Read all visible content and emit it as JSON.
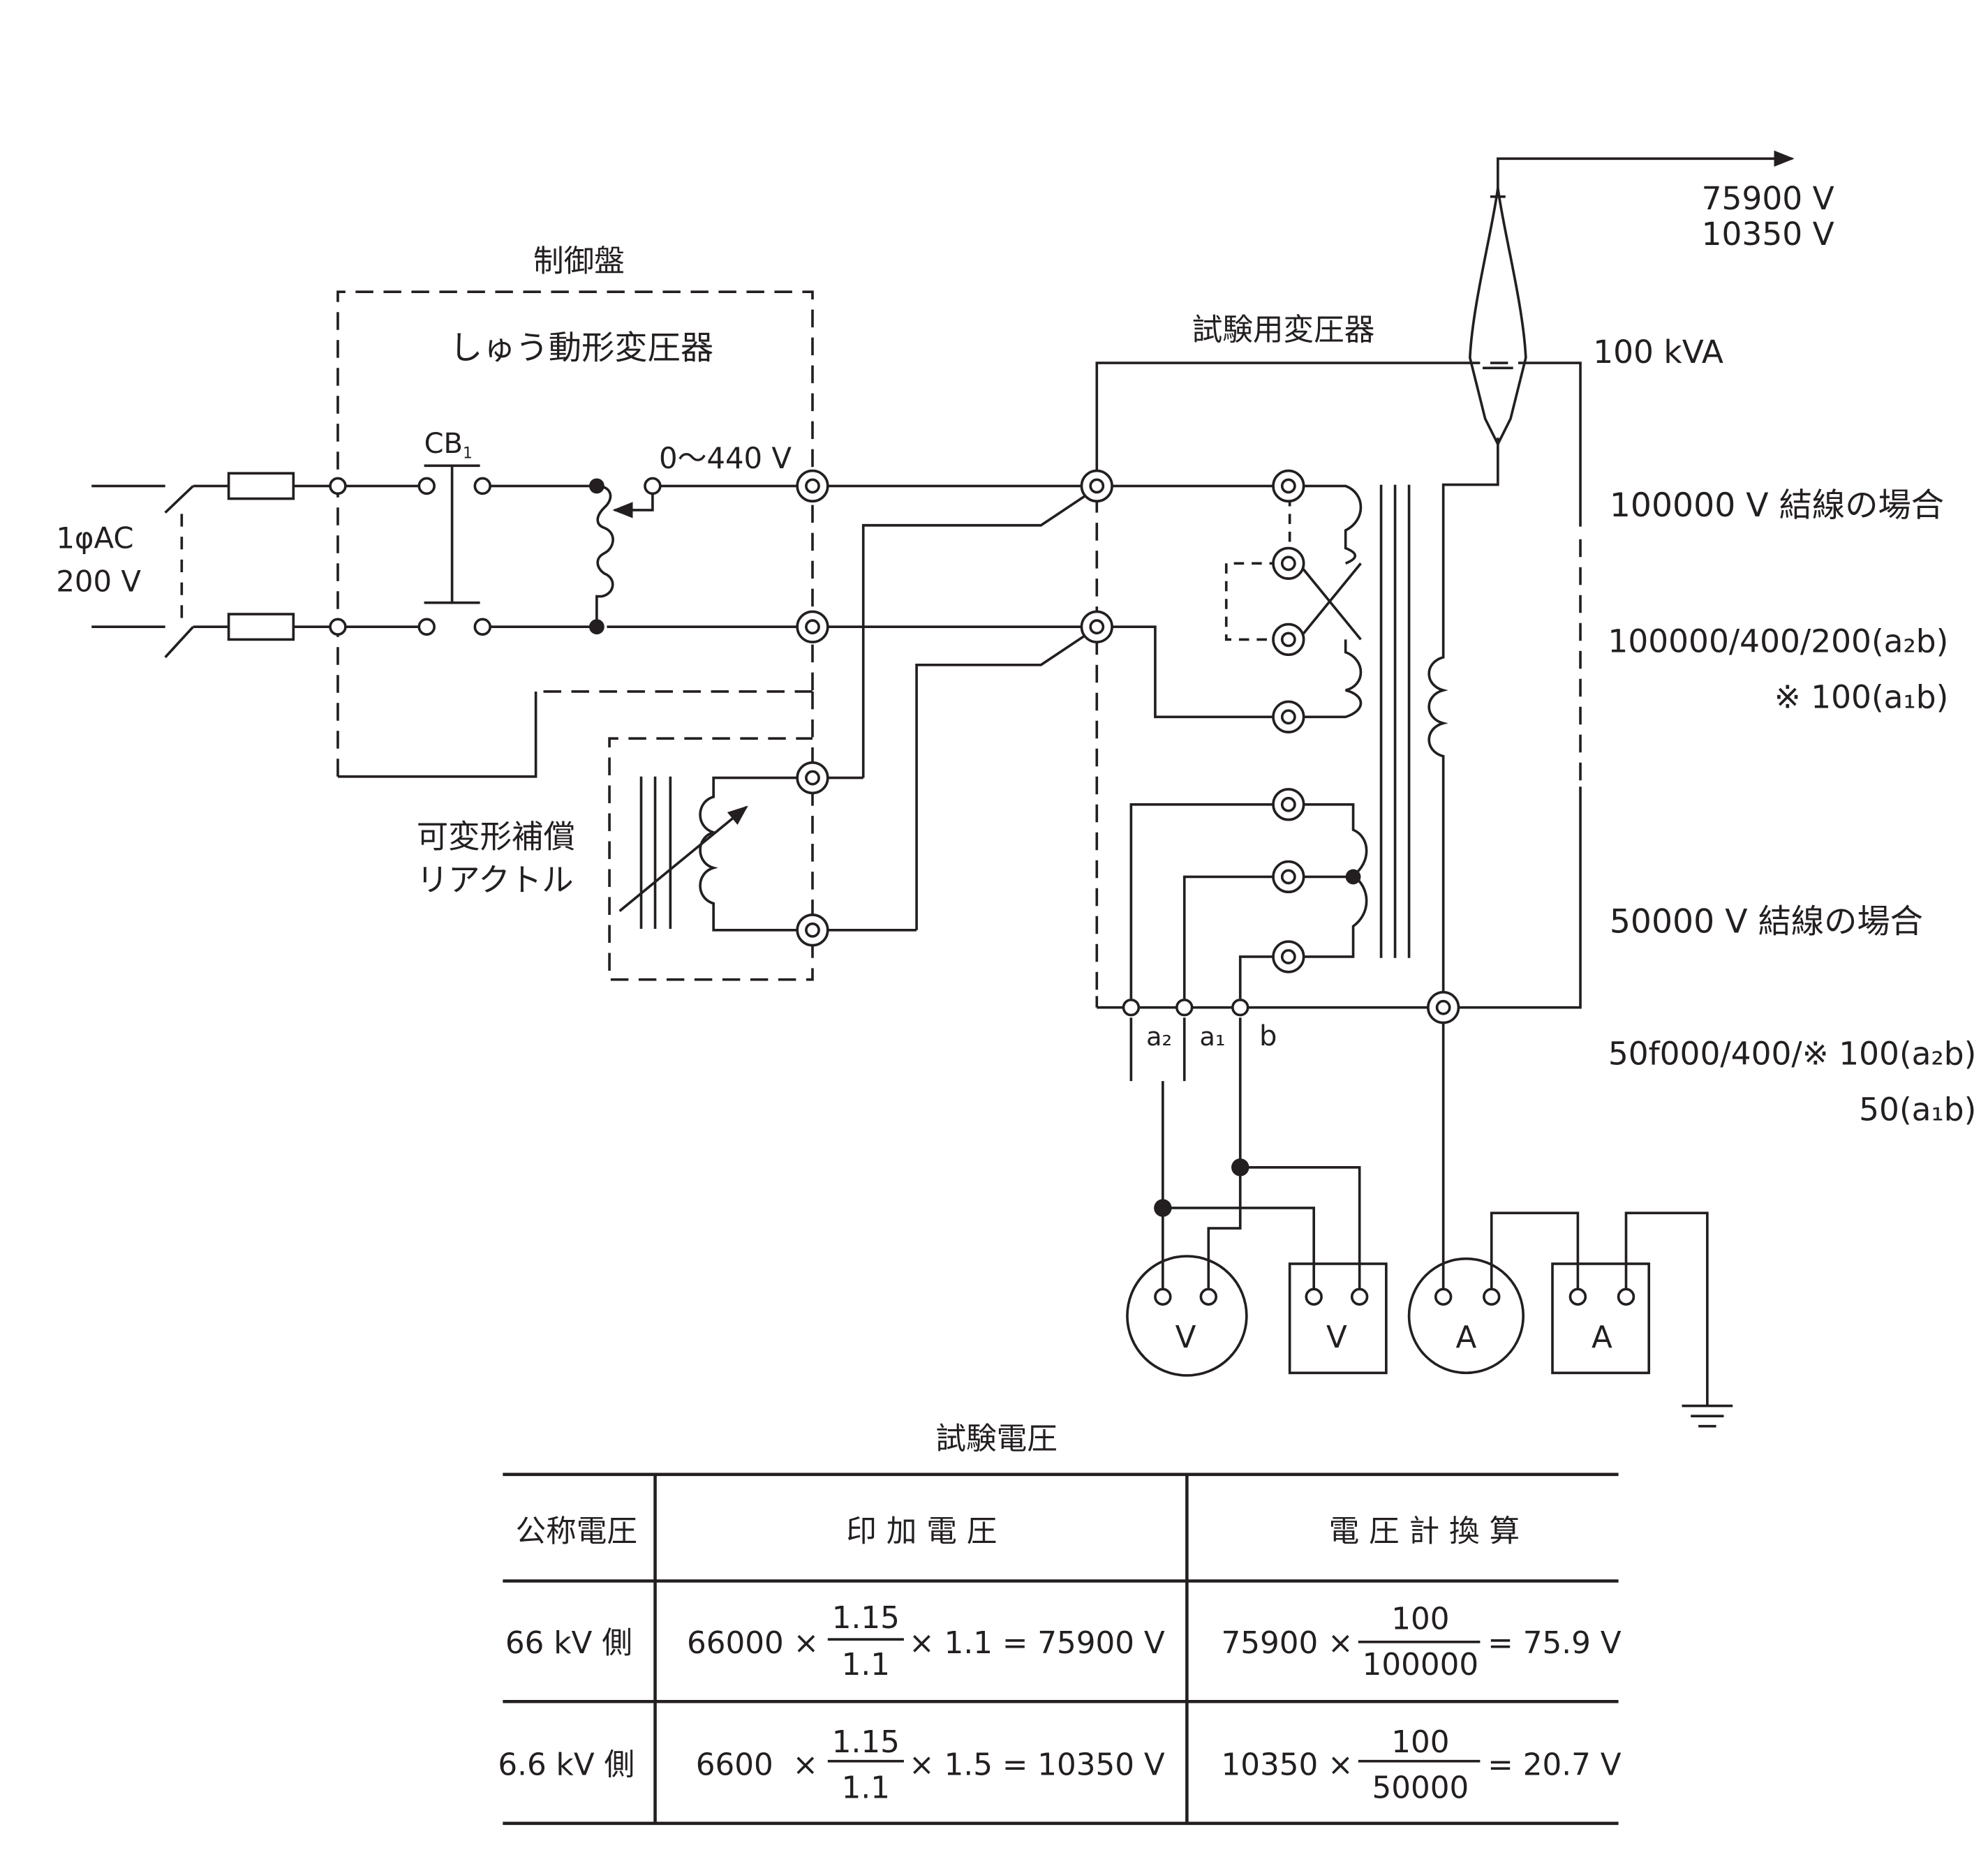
{
  "diagram": {
    "control_panel": "制御盤",
    "induction_regulator": "しゅう動形変圧器",
    "breaker": "CB",
    "breaker_sub": "1",
    "supply_1": "1φAC",
    "supply_2": "200 V",
    "output_range": "0〜440 V",
    "reactor_1": "可変形補償",
    "reactor_2": "リアクトル",
    "test_transformer": "試験用変圧器",
    "capacity": "100 kVA",
    "output_v1": "75900 V",
    "output_v2": "10350 V",
    "conn_100k": "100000 V 結線の場合",
    "ratio_100k_1": "100000/400/200(a₂b)",
    "ratio_100k_2": "※ 100(a₁b)",
    "conn_50k": "50000 V 結線の場合",
    "ratio_50k_1": "50f000/400/※ 100(a₂b)",
    "ratio_50k_2": "50(a₁b)",
    "term_a2": "a₂",
    "term_a1": "a₁",
    "term_b": "b",
    "meter_v1": "V",
    "meter_v2": "V",
    "meter_a1": "A",
    "meter_a2": "A"
  },
  "table": {
    "title": "試験電圧",
    "headers": [
      "公称電圧",
      "印 加 電 圧",
      "電 圧 計 換 算"
    ],
    "rows": [
      {
        "nominal": "66 kV 側",
        "applied_base": "66000 ×",
        "applied_num": "1.15",
        "applied_den": "1.1",
        "applied_rest": "× 1.1 = 75900 V",
        "meter_base": "75900 ×",
        "meter_num": "100",
        "meter_den": "100000",
        "meter_rest": "= 75.9 V"
      },
      {
        "nominal": "6.6 kV 側",
        "applied_base": "6600  ×",
        "applied_num": "1.15",
        "applied_den": "1.1",
        "applied_rest": "× 1.5 = 10350 V",
        "meter_base": "10350 ×",
        "meter_num": "100",
        "meter_den": "50000",
        "meter_rest": "= 20.7 V"
      }
    ]
  }
}
